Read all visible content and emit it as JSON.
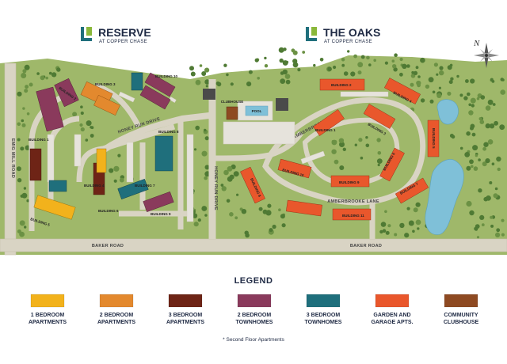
{
  "brands": {
    "reserve": {
      "title": "RESERVE",
      "subtitle": "AT COPPER CHASE"
    },
    "oaks": {
      "title": "THE OAKS",
      "subtitle": "AT COPPER CHASE"
    }
  },
  "compass": {
    "label": "N"
  },
  "roads": {
    "emig_mill": "EMIG MILL ROAD",
    "honey_run_drive": "HONEY RUN DRIVE",
    "honey_run_drive_vertical": "HONEY RUN DRIVE",
    "baker_road_left": "BAKER ROAD",
    "baker_road_right": "BAKER ROAD",
    "amberbrooke_upper": "AMBERBROOKE LANE",
    "amberbrooke_lower": "AMBERBROOKE LANE"
  },
  "amenities": {
    "clubhouse": "CLUBHOUSE",
    "pool": "POOL"
  },
  "buildings": {
    "reserve": [
      "BUILDING 1",
      "BUILDING 2",
      "BUILDING 3",
      "BUILDING 4",
      "BUILDING 5",
      "BUILDING 6",
      "BUILDING 7",
      "BUILDING 8",
      "BUILDING 9",
      "BUILDING 10"
    ],
    "oaks": [
      "BUILDING 1",
      "BUILDING 2",
      "BUILDING 3",
      "BUILDING 4",
      "BUILDING 5",
      "BUILDING 6",
      "BUILDING 7",
      "BUILDING 8",
      "BUILDING 9",
      "BUILDING 10",
      "BUILDING 11"
    ]
  },
  "legend": {
    "title": "LEGEND",
    "items": [
      {
        "line1": "1 BEDROOM",
        "line2": "APARTMENTS",
        "color": "#f2b21c"
      },
      {
        "line1": "2 BEDROOM",
        "line2": "APARTMENTS",
        "color": "#e3892e"
      },
      {
        "line1": "3 BEDROOM",
        "line2": "APARTMENTS",
        "color": "#6e2416"
      },
      {
        "line1": "2 BEDROOM",
        "line2": "TOWNHOMES",
        "color": "#8a3a5c"
      },
      {
        "line1": "3 BEDROOM",
        "line2": "TOWNHOMES",
        "color": "#1f6f7c"
      },
      {
        "line1": "GARDEN AND",
        "line2": "GARAGE APTS.",
        "color": "#e9572c"
      },
      {
        "line1": "COMMUNITY",
        "line2": "CLUBHOUSE",
        "color": "#8e4a22"
      }
    ],
    "footnote": "* Second Floor Apartments"
  },
  "colors": {
    "grass": "#9fb86a",
    "road": "#d9d4c4",
    "parking": "#e6e3dc",
    "water": "#7fc0d8",
    "tree": "#4f7a34"
  }
}
